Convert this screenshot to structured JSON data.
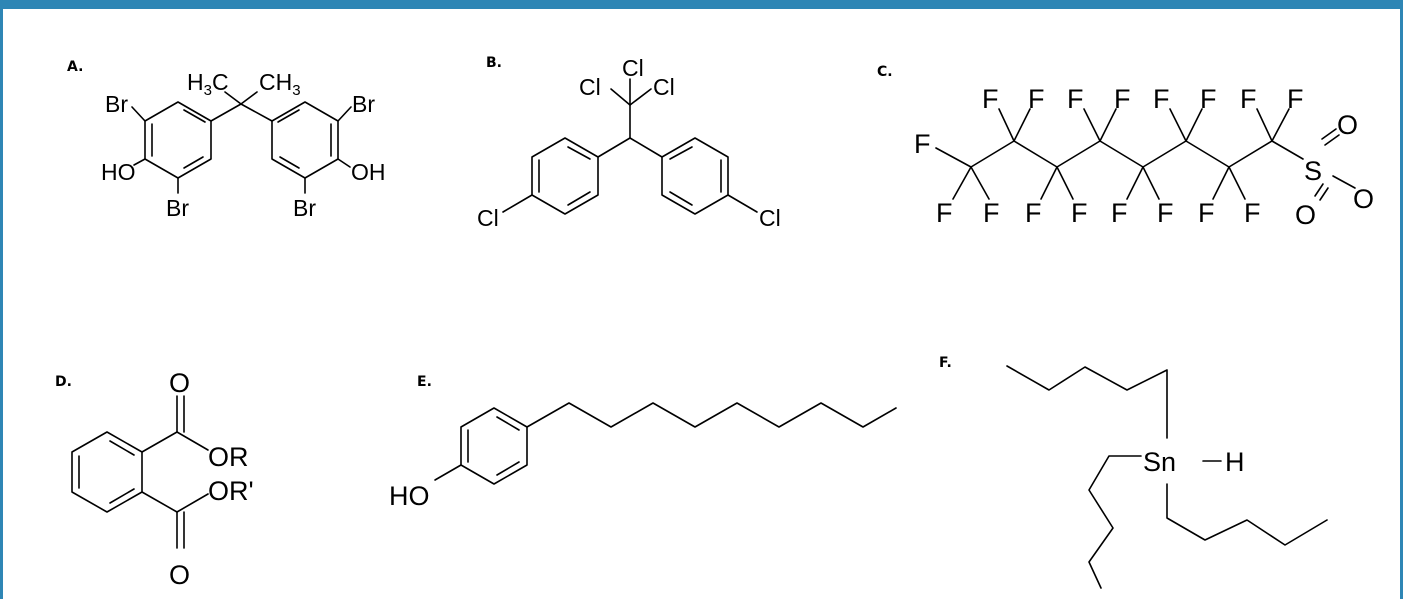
{
  "colors": {
    "frame": "#2e86b5",
    "ink": "#000000",
    "background": "#ffffff"
  },
  "panels": [
    {
      "label": "A.",
      "atoms": {
        "br": "Br",
        "ho": "HO",
        "oh": "OH",
        "h": "H",
        "c": "C",
        "three": "3"
      }
    },
    {
      "label": "B.",
      "atoms": {
        "cl": "Cl"
      }
    },
    {
      "label": "C.",
      "atoms": {
        "f": "F",
        "s": "S",
        "o": "O"
      }
    },
    {
      "label": "D.",
      "atoms": {
        "o": "O",
        "or": "OR",
        "or_prime": "OR'"
      }
    },
    {
      "label": "E.",
      "atoms": {
        "ho": "HO"
      }
    },
    {
      "label": "F.",
      "atoms": {
        "sn": "Sn",
        "h": "H"
      }
    }
  ]
}
